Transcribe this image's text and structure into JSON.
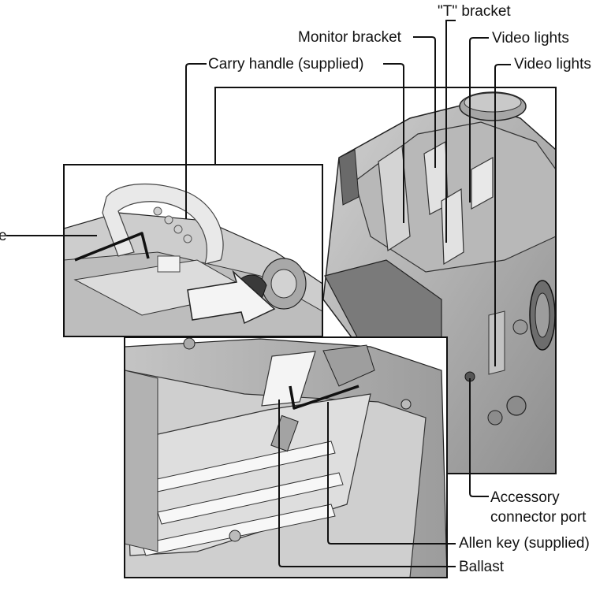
{
  "labels": {
    "t_bracket": "\"T\" bracket",
    "monitor_bracket": "Monitor bracket",
    "video_lights_1": "Video lights",
    "video_lights_2": "Video lights",
    "carry_handle": "Carry handle (supplied)",
    "left_cut": "e",
    "accessory_connector_port_line1": "Accessory",
    "accessory_connector_port_line2": "connector port",
    "allen_key": "Allen key (supplied)",
    "ballast": "Ballast"
  },
  "colors": {
    "body_dark": "#8a8a8a",
    "body_mid": "#b5b5b5",
    "body_light": "#d6d6d6",
    "highlight": "#ececec",
    "line": "#111111"
  }
}
